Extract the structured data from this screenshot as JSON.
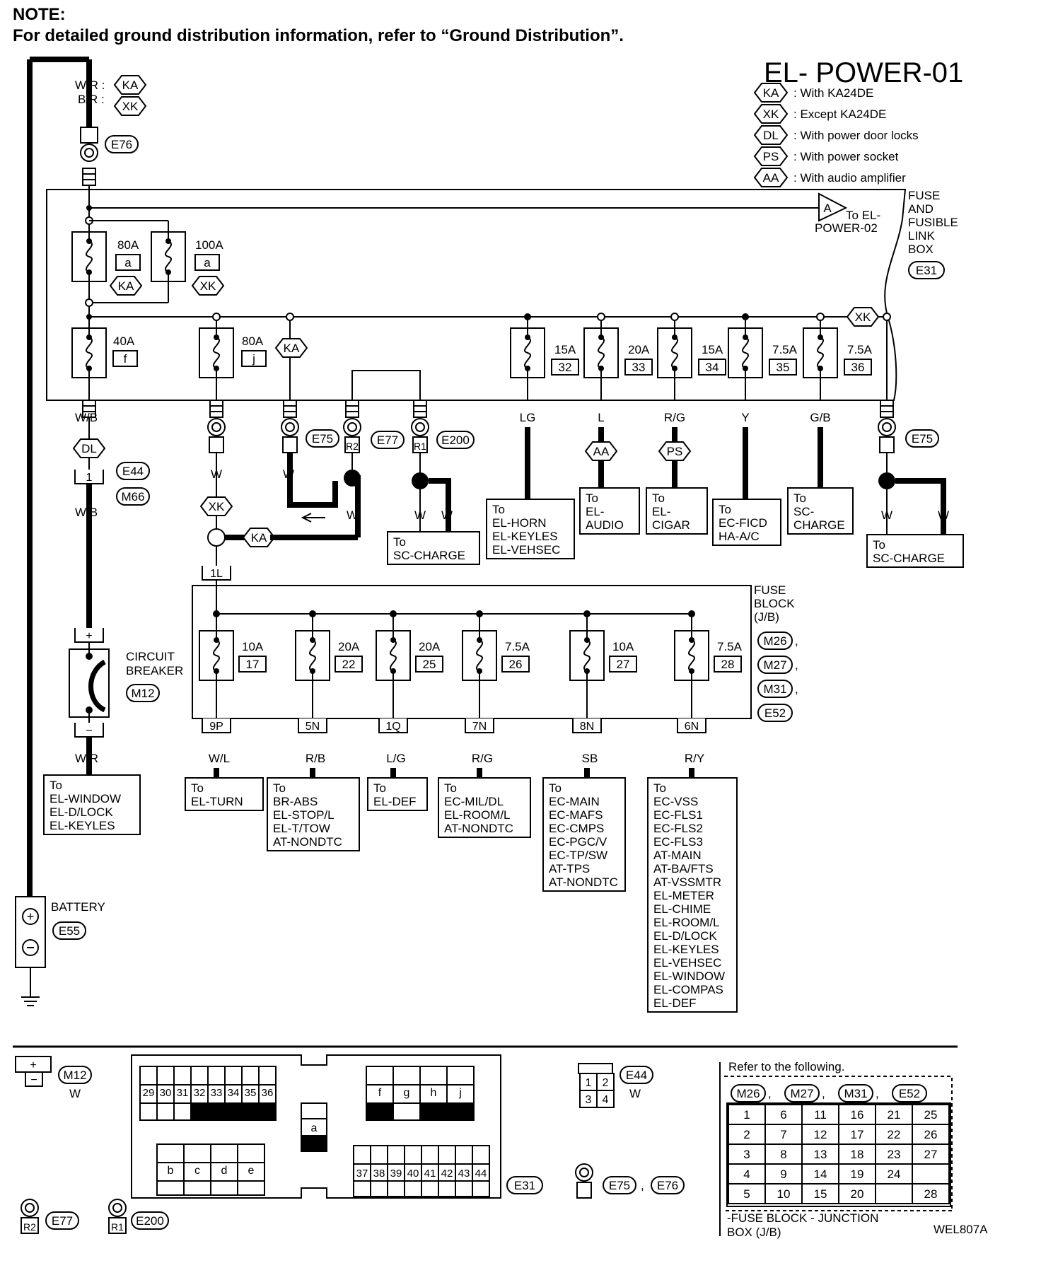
{
  "note": {
    "heading": "NOTE:",
    "text": "For detailed ground distribution information, refer to “Ground Distribution”."
  },
  "diagram_title": "EL- POWER-01",
  "legend": [
    {
      "code": "KA",
      "desc": ": With KA24DE"
    },
    {
      "code": "XK",
      "desc": ": Except KA24DE"
    },
    {
      "code": "DL",
      "desc": ": With power door locks"
    },
    {
      "code": "PS",
      "desc": ": With power socket"
    },
    {
      "code": "AA",
      "desc": ": With audio amplifier"
    }
  ],
  "top_wire_colors": [
    "W/R :",
    "B/R :"
  ],
  "fusible_link_box": {
    "label": [
      "FUSE",
      "AND",
      "FUSIBLE",
      "LINK",
      "BOX"
    ],
    "connector": "E31"
  },
  "to_power02": {
    "letter": "A",
    "text": [
      "To EL-",
      "POWER-02"
    ]
  },
  "fusible_links": [
    {
      "amp": "80A",
      "letter": "a",
      "option": "KA"
    },
    {
      "amp": "100A",
      "letter": "a",
      "option": "XK"
    },
    {
      "amp": "40A",
      "letter": "f"
    },
    {
      "amp": "80A",
      "letter": "j",
      "option": "KA"
    }
  ],
  "box_fuses": [
    {
      "amp": "15A",
      "num": "32",
      "wire": "LG"
    },
    {
      "amp": "20A",
      "num": "33",
      "wire": "L",
      "option": "AA"
    },
    {
      "amp": "15A",
      "num": "34",
      "wire": "R/G",
      "option": "PS"
    },
    {
      "amp": "7.5A",
      "num": "35",
      "wire": "Y"
    },
    {
      "amp": "7.5A",
      "num": "36",
      "wire": "G/B",
      "option": "XK"
    }
  ],
  "connectors": {
    "e76": "E76",
    "e75": "E75",
    "e77": "E77",
    "e200": "E200",
    "e44": "E44",
    "m66": "M66",
    "m12": "M12",
    "e55": "E55",
    "r1": "R1",
    "r2": "R2",
    "one": "1",
    "onel": "1L"
  },
  "wires": {
    "wb": "W/B",
    "w": "W",
    "wr": "W/R",
    "plus": "+",
    "minus": "−",
    "dl": "DL",
    "xk": "XK",
    "ka": "KA"
  },
  "circuit_breaker": [
    "CIRCUIT",
    "BREAKER"
  ],
  "battery": "BATTERY",
  "destinations": {
    "horn": [
      "To",
      "EL-HORN",
      "EL-KEYLES",
      "EL-VEHSEC"
    ],
    "audio": [
      "To",
      "EL-",
      "AUDIO"
    ],
    "cigar": [
      "To",
      "EL-",
      "CIGAR"
    ],
    "ficd": [
      "To",
      "EC-FICD",
      "HA-A/C"
    ],
    "sc1": [
      "To",
      "SC-",
      "CHARGE"
    ],
    "sc2": [
      "To",
      "SC-CHARGE"
    ],
    "sc3": [
      "To",
      "SC-CHARGE"
    ],
    "window": [
      "To",
      "EL-WINDOW",
      "EL-D/LOCK",
      "EL-KEYLES"
    ]
  },
  "fuse_block": {
    "label": [
      "FUSE",
      "BLOCK",
      "(J/B)"
    ],
    "connectors": [
      "M26",
      "M27",
      "M31",
      "E52"
    ],
    "fuses": [
      {
        "amp": "10A",
        "num": "17",
        "conn": "9P",
        "wire": "W/L",
        "dest": [
          "To",
          "EL-TURN"
        ]
      },
      {
        "amp": "20A",
        "num": "22",
        "conn": "5N",
        "wire": "R/B",
        "dest": [
          "To",
          "BR-ABS",
          "EL-STOP/L",
          "EL-T/TOW",
          "AT-NONDTC"
        ]
      },
      {
        "amp": "20A",
        "num": "25",
        "conn": "1Q",
        "wire": "L/G",
        "dest": [
          "To",
          "EL-DEF"
        ]
      },
      {
        "amp": "7.5A",
        "num": "26",
        "conn": "7N",
        "wire": "R/G",
        "dest": [
          "To",
          "EC-MIL/DL",
          "EL-ROOM/L",
          "AT-NONDTC"
        ]
      },
      {
        "amp": "10A",
        "num": "27",
        "conn": "8N",
        "wire": "SB",
        "dest": [
          "To",
          "EC-MAIN",
          "EC-MAFS",
          "EC-CMPS",
          "EC-PGC/V",
          "EC-TP/SW",
          "AT-TPS",
          "AT-NONDTC"
        ]
      },
      {
        "amp": "7.5A",
        "num": "28",
        "conn": "6N",
        "wire": "R/Y",
        "dest": [
          "To",
          "EC-VSS",
          "EC-FLS1",
          "EC-FLS2",
          "EC-FLS3",
          "AT-MAIN",
          "AT-BA/FTS",
          "AT-VSSMTR",
          "EL-METER",
          "EL-CHIME",
          "EL-ROOM/L",
          "EL-D/LOCK",
          "EL-KEYLES",
          "EL-VEHSEC",
          "EL-WINDOW",
          "EL-COMPAS",
          "EL-DEF"
        ]
      }
    ]
  },
  "bottom": {
    "e31_top": [
      "29",
      "30",
      "31",
      "32",
      "33",
      "34",
      "35",
      "36"
    ],
    "e31_letters": [
      "f",
      "g",
      "h",
      "j"
    ],
    "e31_mid": [
      "b",
      "c",
      "d",
      "e"
    ],
    "e31_a": "a",
    "e31_bottom": [
      "37",
      "38",
      "39",
      "40",
      "41",
      "42",
      "43",
      "44"
    ],
    "e44_cells": [
      "1",
      "2",
      "3",
      "4"
    ],
    "w": "W",
    "refer": "Refer to the following.",
    "jb_grid": [
      [
        "1",
        "6",
        "11",
        "16",
        "21",
        "25"
      ],
      [
        "2",
        "7",
        "12",
        "17",
        "22",
        "26"
      ],
      [
        "3",
        "8",
        "13",
        "18",
        "23",
        "27"
      ],
      [
        "4",
        "9",
        "14",
        "19",
        "24",
        ""
      ],
      [
        "5",
        "10",
        "15",
        "20",
        "",
        "28"
      ]
    ],
    "jb_caption": [
      "-FUSE BLOCK - JUNCTION",
      "BOX (J/B)"
    ],
    "code": "WEL807A"
  }
}
